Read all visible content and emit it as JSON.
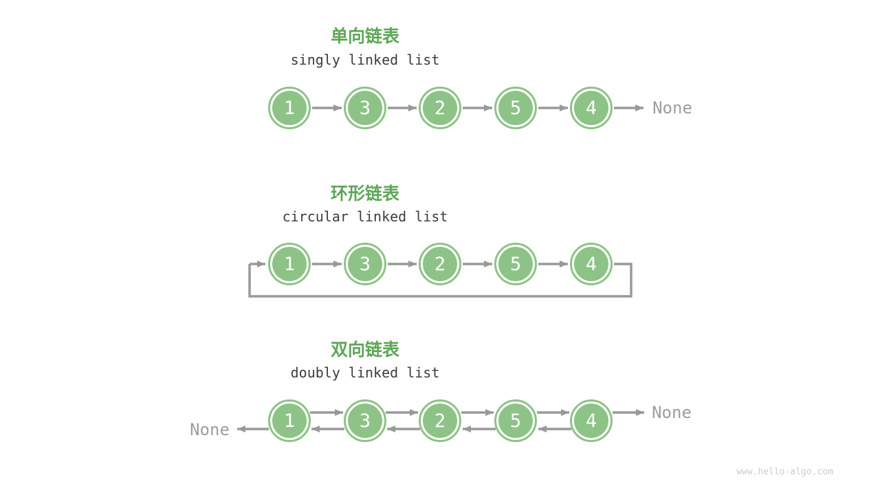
{
  "page": {
    "background": "#ffffff",
    "watermark": "www.hello-algo.com"
  },
  "colors": {
    "title_green": "#5ea758",
    "node_green": "#8dc386",
    "node_number_white": "#ffffff",
    "arrow_gray": "#999999",
    "subtitle_dark": "#3c3c3c",
    "none_label_gray": "#9e9e9e",
    "watermark_gray": "#cccccc"
  },
  "sections": [
    {
      "id": "singly",
      "title_zh": "单向链表",
      "title_en": "singly linked list",
      "nodes": [
        "1",
        "3",
        "2",
        "5",
        "4"
      ],
      "tail_label": "None"
    },
    {
      "id": "circular",
      "title_zh": "环形链表",
      "title_en": "circular linked list",
      "nodes": [
        "1",
        "3",
        "2",
        "5",
        "4"
      ]
    },
    {
      "id": "doubly",
      "title_zh": "双向链表",
      "title_en": "doubly linked list",
      "nodes": [
        "1",
        "3",
        "2",
        "5",
        "4"
      ],
      "head_label": "None",
      "tail_label": "None"
    }
  ]
}
